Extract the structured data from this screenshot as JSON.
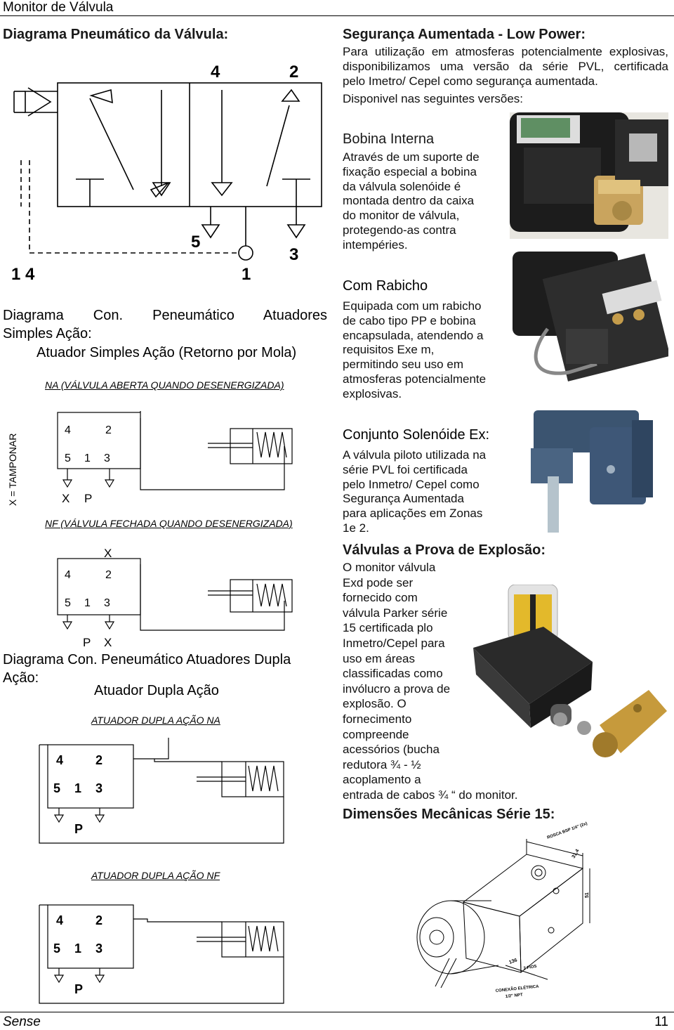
{
  "header": {
    "title": "Monitor de Válvula"
  },
  "left": {
    "pneumatic_title": "Diagrama Pneumático da Válvula:",
    "valve_ports": {
      "p4": "4",
      "p2": "2",
      "p5": "5",
      "p1": "1",
      "p3": "3",
      "p14": "1 4"
    },
    "simple_title_a": "Diagrama Con. Peneumático Atuadores",
    "simple_title_b": "Simples Ação:",
    "simple_subtitle": "Atuador Simples Ação (Retorno por Mola)",
    "na_label": "NA (VÁLVULA ABERTA QUANDO DESENERGIZADA)",
    "tamponar": "X = TAMPONAR",
    "nf_label": "NF (VÁLVULA FECHADA QUANDO DESENERGIZADA)",
    "diag_na": {
      "p4": "4",
      "p2": "2",
      "p5": "5",
      "p1": "1",
      "p3": "3",
      "x": "X",
      "p": "P"
    },
    "diag_nf": {
      "x": "X",
      "p4": "4",
      "p2": "2",
      "p5": "5",
      "p1": "1",
      "p3": "3",
      "p": "P",
      "x2": "X"
    },
    "double_title_a": "Diagrama Con. Peneumático Atuadores Dupla",
    "double_title_b": "Ação:",
    "double_subtitle": "Atuador Dupla Ação",
    "double_na_label": "ATUADOR DUPLA AÇÃO NA",
    "double_nf_label": "ATUADOR DUPLA AÇÃO NF",
    "diag_dna": {
      "p4": "4",
      "p2": "2",
      "p5": "5",
      "p1": "1",
      "p3": "3",
      "p": "P"
    },
    "diag_dnf": {
      "p4": "4",
      "p2": "2",
      "p5": "5",
      "p1": "1",
      "p3": "3",
      "p": "P"
    }
  },
  "right": {
    "seg_title": "Segurança Aumentada - Low Power:",
    "seg_l1": "Para utilização em atmosferas potencialmente explosivas,",
    "seg_l2": "disponibilizamos uma versão da série PVL, certificada",
    "seg_l3": "pelo Imetro/ Cepel como segurança aumentada.",
    "seg_l4": "Disponivel nas seguintes versões:",
    "bobina_title": "Bobina Interna",
    "bobina_lines": [
      "Através de um suporte de",
      "fixação especial a bobina",
      "da válvula solenóide é",
      "montada dentro da caixa",
      "do monitor de válvula,",
      "protegendo-as contra",
      "intempéries."
    ],
    "rabicho_title": "Com Rabicho",
    "rabicho_lines": [
      "Equipada com um rabicho",
      "de cabo tipo PP e bobina",
      "encapsulada, atendendo a",
      "requisitos Exe m,",
      "permitindo seu uso em",
      "atmosferas potencialmente",
      "explosivas."
    ],
    "conj_title": "Conjunto Solenóide Ex:",
    "conj_lines": [
      "A válvula piloto utilizada na",
      "série PVL foi certificada",
      "pelo Inmetro/ Cepel como",
      "Segurança Aumentada",
      "para aplicações em Zonas",
      "1e 2."
    ],
    "prova_title": "Válvulas a Prova de Explosão:",
    "prova_lines": [
      "O monitor válvula",
      "Exd pode ser",
      "fornecido com",
      "válvula Parker série",
      "15 certificada plo",
      "Inmetro/Cepel para",
      "uso em áreas",
      "classificadas como",
      "invólucro a prova de",
      "explosão. O",
      "fornecimento",
      "compreende",
      "acessórios (bucha",
      "redutora ¾ - ½",
      "acoplamento a",
      "entrada de cabos ¾ “ do monitor."
    ],
    "dim_title": "Dimensões Mecânicas Série 15:",
    "dim_labels": {
      "rosca": "ROSCA BSP 1/4\" (2x)",
      "d314": "31,4",
      "d51": "51",
      "d136": "136",
      "fios": "2 FIOS",
      "conexao": "CONEXÃO ELÉTRICA",
      "npt": "1/2\" NPT"
    }
  },
  "footer": {
    "brand": "Sense",
    "page": "11"
  }
}
